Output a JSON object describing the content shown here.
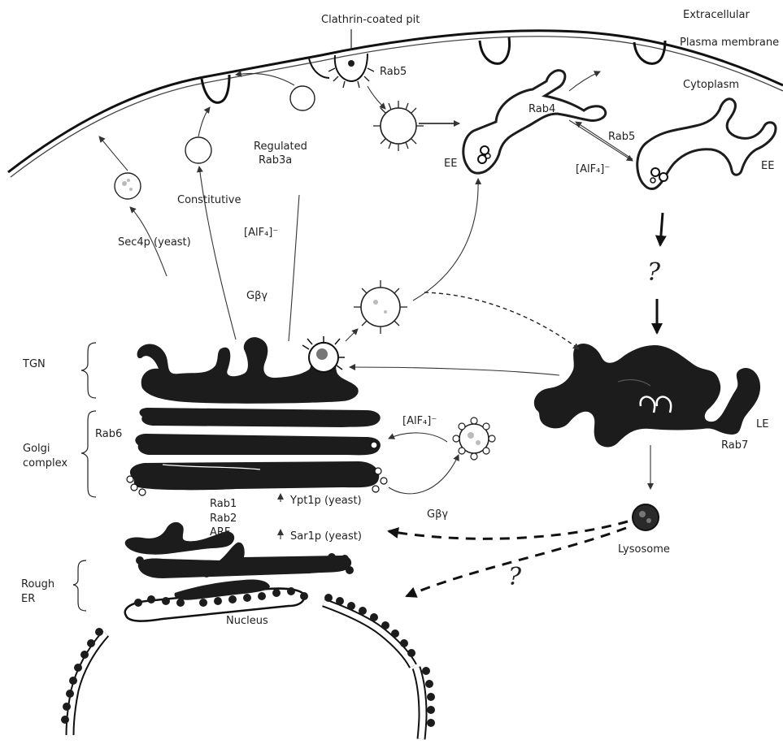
{
  "labels": {
    "extracellular": "Extracellular",
    "plasma_membrane": "Plasma membrane",
    "cytoplasm": "Cytoplasm",
    "clathrin_pit": "Clathrin-coated pit",
    "rab5_top": "Rab5",
    "rab4": "Rab4",
    "rab5_mid": "Rab5",
    "ee_left": "EE",
    "ee_right": "EE",
    "alf4_top": "[AlF₄]⁻",
    "regulated": "Regulated",
    "rab3a": "Rab3a",
    "constitutive": "Constitutive",
    "sec4p": "Sec4p (yeast)",
    "alf4_left": "[AlF₄]⁻",
    "gby_left": "Gβγ",
    "question_upper": "?",
    "tgn": "TGN",
    "golgi": "Golgi",
    "complex": "complex",
    "rab6": "Rab6",
    "alf4_golgi": "[AlF₄]⁻",
    "rab1": "Rab1",
    "rab2": "Rab2",
    "arf": "ARF",
    "ypt1p": "Ypt1p (yeast)",
    "sar1p": "Sar1p (yeast)",
    "gby_right": "Gβγ",
    "le": "LE",
    "rab7": "Rab7",
    "lysosome": "Lysosome",
    "question_lower": "?",
    "rough": "Rough",
    "er": "ER",
    "nucleus": "Nucleus"
  },
  "colors": {
    "ink": "#1c1c1c",
    "paper": "#ffffff"
  }
}
